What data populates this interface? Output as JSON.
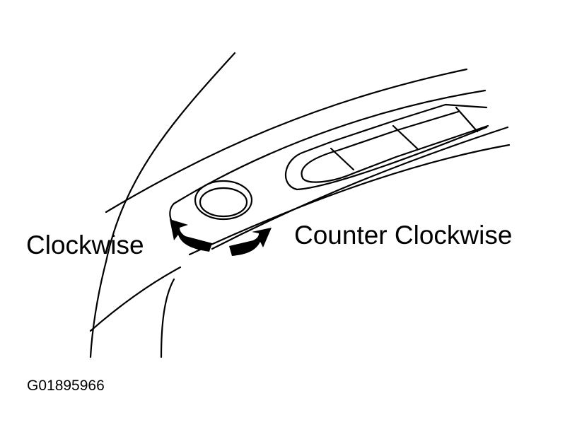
{
  "labels": {
    "clockwise": "Clockwise",
    "counter_clockwise": "Counter Clockwise"
  },
  "figure_code": "G01895966",
  "colors": {
    "line": "#000000",
    "background": "#ffffff"
  }
}
